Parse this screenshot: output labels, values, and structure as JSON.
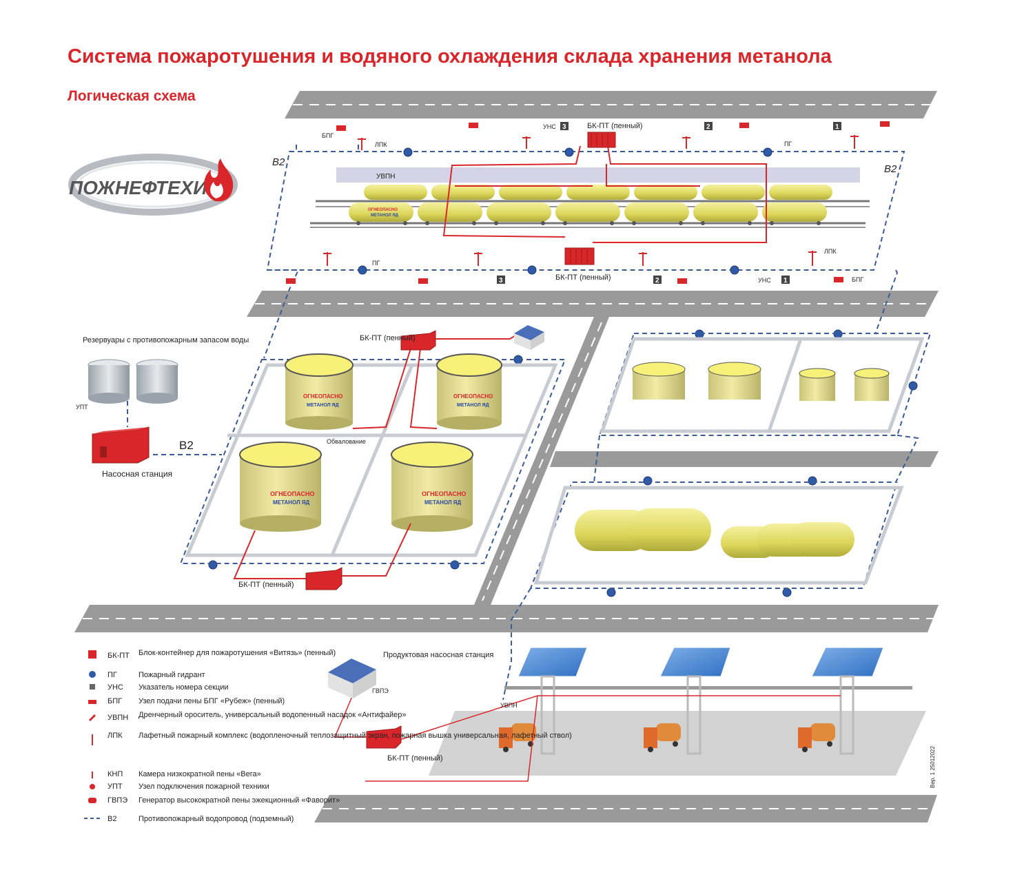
{
  "header": {
    "title": "Система пожаротушения и водяного охлаждения склада хранения метанола",
    "subtitle": "Логическая схема"
  },
  "logo": {
    "text": "ПОЖНЕФТЕХИМ"
  },
  "colors": {
    "accent_red": "#d9262b",
    "pipe_blue": "#3a5a98",
    "tank_yellow": "#f2ec7a",
    "road_grey": "#9a9a9a"
  },
  "rail_section": {
    "b2_left": "B2",
    "b2_right": "B2",
    "bk_top": "БК-ПТ (пенный)",
    "bk_bottom": "БК-ПТ (пенный)",
    "uns_top": "УНС",
    "uns_bottom": "УНС",
    "bpg_top": "БПГ",
    "bpg_bottom": "БПГ",
    "lpk_top": "ЛПК",
    "lpk_bottom": "ЛПК",
    "pg_top": "ПГ",
    "pg_bottom": "ПГ",
    "pg_mid": "ПГ",
    "uvpn": "УВПН",
    "section_nums": [
      "3",
      "2",
      "1",
      "3",
      "2",
      "1"
    ],
    "wagon_label_1": "ОГНЕОПАСНО",
    "wagon_label_2": "МЕТАНОЛ ЯД"
  },
  "tank_farm": {
    "reservoirs_label": "Резервуары с противопожарным запасом воды",
    "upt": "УПТ",
    "pump_station": "Насосная станция",
    "b2": "B2",
    "bk_top": "БК-ПТ (пенный)",
    "bk_bottom": "БК-ПТ (пенный)",
    "obvalovanie": "Обвалование",
    "tank_label_1": "ОГНЕОПАСНО",
    "tank_label_2": "МЕТАНОЛ ЯД"
  },
  "loading": {
    "product_pump_station": "Продуктовая насосная станция",
    "gvpe": "ГВПЭ",
    "uvpn": "УВПН",
    "bk": "БК-ПТ (пенный)"
  },
  "legend": [
    {
      "code": "БК-ПТ",
      "text": "Блок-контейнер для пожаротушения «Витязь» (пенный)"
    },
    {
      "code": "ПГ",
      "text": "Пожарный гидрант"
    },
    {
      "code": "УНС",
      "text": "Указатель номера секции"
    },
    {
      "code": "БПГ",
      "text": "Узел подачи пены БПГ «Рубеж» (пенный)"
    },
    {
      "code": "УВПН",
      "text": "Дренчерный ороситель, универсальный водопенный насадок «Антифайер»"
    },
    {
      "code": "ЛПК",
      "text": "Лафетный пожарный комплекс (водопленочный теплозащитный экран, пожарная вышка универсальная, лафетный ствол)"
    },
    {
      "code": "КНП",
      "text": "Камера низкократной пены «Вега»"
    },
    {
      "code": "УПТ",
      "text": "Узел подключения пожарной техники"
    },
    {
      "code": "ГВПЭ",
      "text": "Генератор высокократной пены эжекционный «Фаворит»"
    },
    {
      "code": "В2",
      "text": "Противопожарный водопровод (подземный)"
    }
  ],
  "version": "Вер. 1 25012022"
}
